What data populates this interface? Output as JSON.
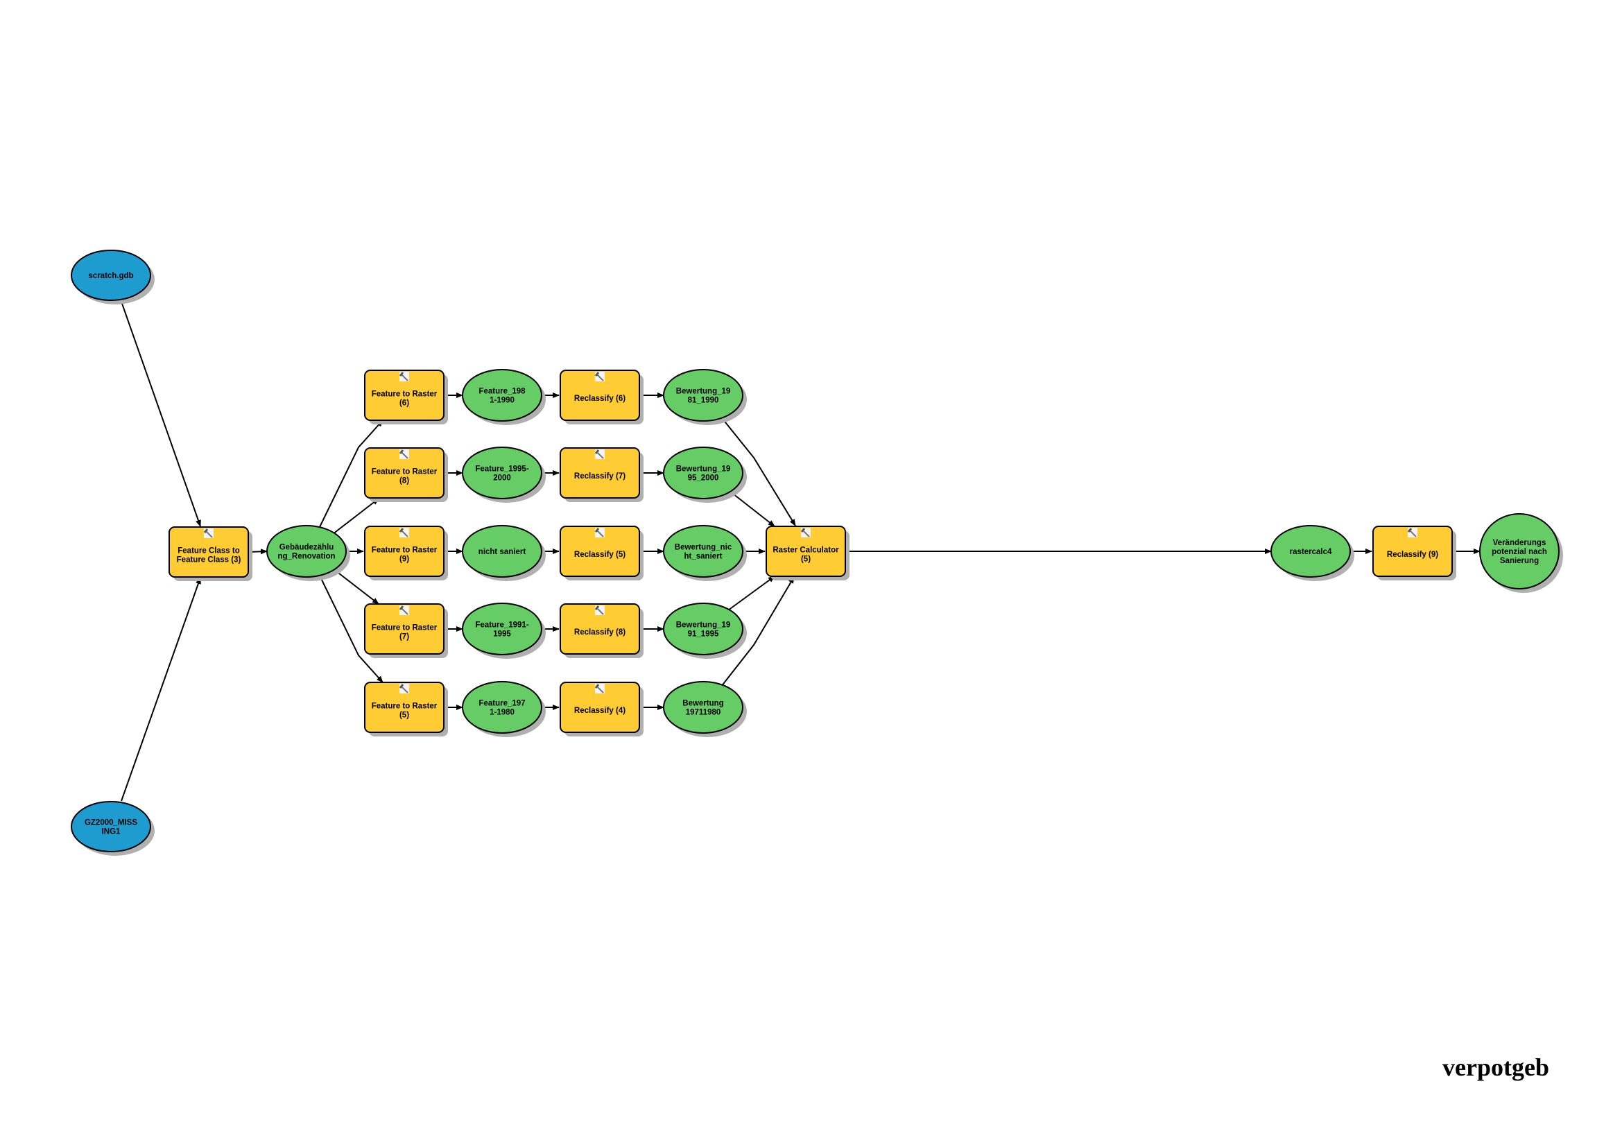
{
  "diagram_title": "verpotgeb",
  "colors": {
    "tool": "#FFCC33",
    "derived_data": "#66CC66",
    "input_data": "#1E9CD0",
    "shadow": "#B0B0B0"
  },
  "nodes": {
    "scratch": {
      "label": [
        "scratch.gdb"
      ],
      "type": "input",
      "icon": "database"
    },
    "gz2000": {
      "label": [
        "GZ2000_MISS",
        "ING1"
      ],
      "type": "input",
      "icon": "database"
    },
    "fc2fc": {
      "label": [
        "Feature Class to",
        "Feature Class (3)"
      ],
      "type": "tool",
      "icon": "hammer-icon"
    },
    "gebaeude": {
      "label": [
        "Gebäudezählu",
        "ng_Renovation"
      ],
      "type": "data"
    },
    "ftr6": {
      "label": [
        "Feature to Raster",
        "(6)"
      ],
      "type": "tool"
    },
    "ftr8": {
      "label": [
        "Feature to Raster",
        "(8)"
      ],
      "type": "tool"
    },
    "ftr9": {
      "label": [
        "Feature to Raster",
        "(9)"
      ],
      "type": "tool"
    },
    "ftr7": {
      "label": [
        "Feature to Raster",
        "(7)"
      ],
      "type": "tool"
    },
    "ftr5": {
      "label": [
        "Feature to Raster",
        "(5)"
      ],
      "type": "tool"
    },
    "f1981": {
      "label": [
        "Feature_198",
        "1-1990"
      ],
      "type": "data"
    },
    "f1995": {
      "label": [
        "Feature_1995-",
        "2000"
      ],
      "type": "data"
    },
    "fnicht": {
      "label": [
        "nicht saniert"
      ],
      "type": "data"
    },
    "f1991": {
      "label": [
        "Feature_1991-",
        "1995"
      ],
      "type": "data"
    },
    "f1971": {
      "label": [
        "Feature_197",
        "1-1980"
      ],
      "type": "data"
    },
    "rc6": {
      "label": [
        "Reclassify (6)"
      ],
      "type": "tool"
    },
    "rc7": {
      "label": [
        "Reclassify (7)"
      ],
      "type": "tool"
    },
    "rc5": {
      "label": [
        "Reclassify (5)"
      ],
      "type": "tool"
    },
    "rc8": {
      "label": [
        "Reclassify (8)"
      ],
      "type": "tool"
    },
    "rc4": {
      "label": [
        "Reclassify (4)"
      ],
      "type": "tool"
    },
    "b1981": {
      "label": [
        "Bewertung_19",
        "81_1990"
      ],
      "type": "data"
    },
    "b1995": {
      "label": [
        "Bewertung_19",
        "95_2000"
      ],
      "type": "data"
    },
    "bnicht": {
      "label": [
        "Bewertung_nic",
        "ht_saniert"
      ],
      "type": "data"
    },
    "b1991": {
      "label": [
        "Bewertung_19",
        "91_1995"
      ],
      "type": "data"
    },
    "b1971": {
      "label": [
        "Bewertung",
        "19711980"
      ],
      "type": "data"
    },
    "rcalc": {
      "label": [
        "Raster Calculator",
        "(5)"
      ],
      "type": "tool"
    },
    "rastercalc4": {
      "label": [
        "rastercalc4"
      ],
      "type": "data"
    },
    "rc9": {
      "label": [
        "Reclassify (9)"
      ],
      "type": "tool"
    },
    "result": {
      "label": [
        "Veränderungs",
        "potenzial nach",
        "Sanierung"
      ],
      "type": "data"
    }
  },
  "edges": [
    [
      "scratch",
      "fc2fc"
    ],
    [
      "gz2000",
      "fc2fc"
    ],
    [
      "fc2fc",
      "gebaeude"
    ],
    [
      "gebaeude",
      "ftr6"
    ],
    [
      "gebaeude",
      "ftr8"
    ],
    [
      "gebaeude",
      "ftr9"
    ],
    [
      "gebaeude",
      "ftr7"
    ],
    [
      "gebaeude",
      "ftr5"
    ],
    [
      "ftr6",
      "f1981"
    ],
    [
      "ftr8",
      "f1995"
    ],
    [
      "ftr9",
      "fnicht"
    ],
    [
      "ftr7",
      "f1991"
    ],
    [
      "ftr5",
      "f1971"
    ],
    [
      "f1981",
      "rc6"
    ],
    [
      "f1995",
      "rc7"
    ],
    [
      "fnicht",
      "rc5"
    ],
    [
      "f1991",
      "rc8"
    ],
    [
      "f1971",
      "rc4"
    ],
    [
      "rc6",
      "b1981"
    ],
    [
      "rc7",
      "b1995"
    ],
    [
      "rc5",
      "bnicht"
    ],
    [
      "rc8",
      "b1991"
    ],
    [
      "rc4",
      "b1971"
    ],
    [
      "b1981",
      "rcalc"
    ],
    [
      "b1995",
      "rcalc"
    ],
    [
      "bnicht",
      "rcalc"
    ],
    [
      "b1991",
      "rcalc"
    ],
    [
      "b1971",
      "rcalc"
    ],
    [
      "rcalc",
      "rastercalc4"
    ],
    [
      "rastercalc4",
      "rc9"
    ],
    [
      "rc9",
      "result"
    ]
  ]
}
